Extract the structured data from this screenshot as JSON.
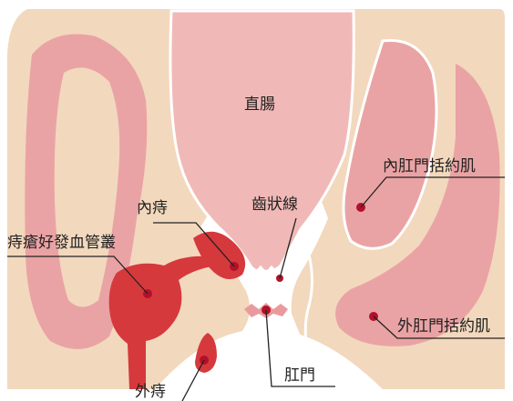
{
  "labels": {
    "rectum": "直腸",
    "internal_sphincter": "內肛門括約肌",
    "internal_hemorrhoid": "內痔",
    "dentate_line": "齒狀線",
    "hemorrhoidal_plexus": "痔瘡好發血管叢",
    "external_sphincter": "外肛門括約肌",
    "anus": "肛門",
    "external_hemorrhoid": "外痔"
  },
  "colors": {
    "background": "#ffffff",
    "tissue_tan": "#f2d8bd",
    "muscle_pink": "#eaa3a4",
    "rectum_pink": "#f0b9b7",
    "hemorrhoid_red": "#d6393c",
    "hemorrhoid_dark": "#c12a2e",
    "pointer_dot": "#b0112b",
    "line_color": "#222222"
  }
}
